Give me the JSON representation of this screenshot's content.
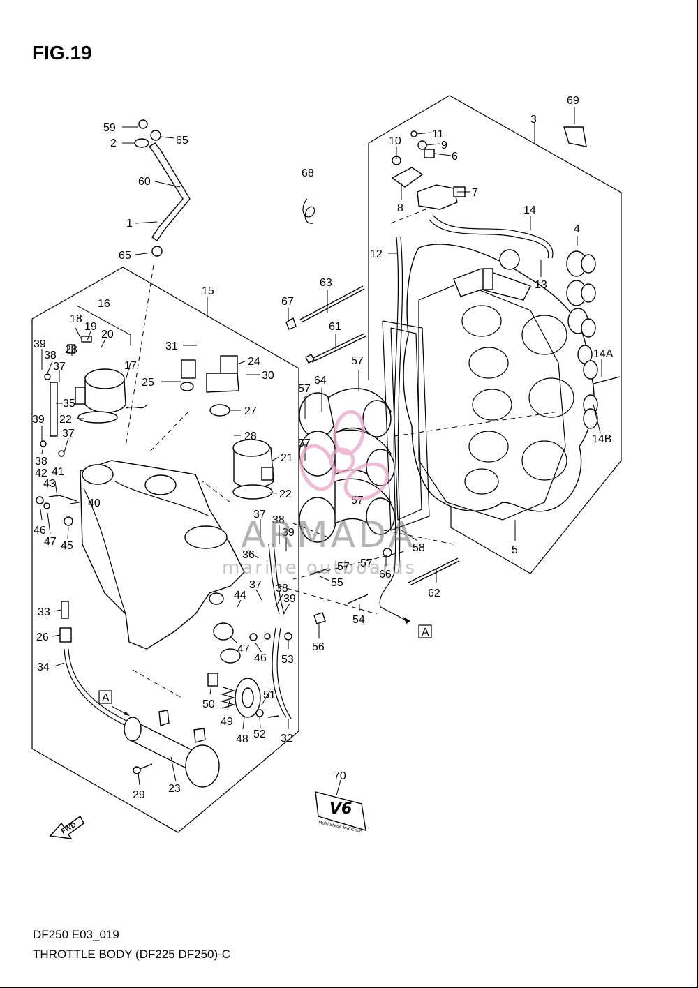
{
  "figure": {
    "title": "FIG.19",
    "model_code": "DF250 E03_019",
    "caption": "THROTTLE BODY (DF225 DF250)-C"
  },
  "watermark": {
    "brand": "ARMADA",
    "tagline": "marine outboards",
    "color": "#e8a6c6"
  },
  "emblem": {
    "text": "V6",
    "small_text": "Multi Stage Induction"
  },
  "fwd_label": "FWD",
  "section_markers": [
    "A",
    "A"
  ],
  "callouts": [
    {
      "id": "c69",
      "label": "69"
    },
    {
      "id": "c3",
      "label": "3"
    },
    {
      "id": "c11",
      "label": "11"
    },
    {
      "id": "c10",
      "label": "10"
    },
    {
      "id": "c9",
      "label": "9"
    },
    {
      "id": "c6",
      "label": "6"
    },
    {
      "id": "c7",
      "label": "7"
    },
    {
      "id": "c8",
      "label": "8"
    },
    {
      "id": "c68",
      "label": "68"
    },
    {
      "id": "c14",
      "label": "14"
    },
    {
      "id": "c4",
      "label": "4"
    },
    {
      "id": "c12",
      "label": "12"
    },
    {
      "id": "c13",
      "label": "13"
    },
    {
      "id": "c63",
      "label": "63"
    },
    {
      "id": "c67",
      "label": "67"
    },
    {
      "id": "c61",
      "label": "61"
    },
    {
      "id": "c14a",
      "label": "14A"
    },
    {
      "id": "c14b",
      "label": "14B"
    },
    {
      "id": "c57a",
      "label": "57"
    },
    {
      "id": "c64",
      "label": "64"
    },
    {
      "id": "c57b",
      "label": "57"
    },
    {
      "id": "c57c",
      "label": "57"
    },
    {
      "id": "c57d",
      "label": "57"
    },
    {
      "id": "c57e",
      "label": "57"
    },
    {
      "id": "c57f",
      "label": "57"
    },
    {
      "id": "c5",
      "label": "5"
    },
    {
      "id": "c58",
      "label": "58"
    },
    {
      "id": "c66",
      "label": "66"
    },
    {
      "id": "c62",
      "label": "62"
    },
    {
      "id": "c55",
      "label": "55"
    },
    {
      "id": "c54",
      "label": "54"
    },
    {
      "id": "c56",
      "label": "56"
    },
    {
      "id": "c59",
      "label": "59"
    },
    {
      "id": "c2",
      "label": "2"
    },
    {
      "id": "c65a",
      "label": "65"
    },
    {
      "id": "c60",
      "label": "60"
    },
    {
      "id": "c1",
      "label": "1"
    },
    {
      "id": "c65b",
      "label": "65"
    },
    {
      "id": "c15",
      "label": "15"
    },
    {
      "id": "c16",
      "label": "16"
    },
    {
      "id": "c18",
      "label": "18"
    },
    {
      "id": "c19",
      "label": "19"
    },
    {
      "id": "c20",
      "label": "20"
    },
    {
      "id": "c17",
      "label": "17"
    },
    {
      "id": "c39a",
      "label": "39"
    },
    {
      "id": "c38a",
      "label": "38"
    },
    {
      "id": "c28a",
      "label": "28"
    },
    {
      "id": "c37a",
      "label": "37"
    },
    {
      "id": "c35",
      "label": "35"
    },
    {
      "id": "c22a",
      "label": "22"
    },
    {
      "id": "c39b",
      "label": "39"
    },
    {
      "id": "c37b",
      "label": "37"
    },
    {
      "id": "c38b",
      "label": "38"
    },
    {
      "id": "c42",
      "label": "42"
    },
    {
      "id": "c41",
      "label": "41"
    },
    {
      "id": "c43",
      "label": "43"
    },
    {
      "id": "c40",
      "label": "40"
    },
    {
      "id": "c46a",
      "label": "46"
    },
    {
      "id": "c47a",
      "label": "47"
    },
    {
      "id": "c45",
      "label": "45"
    },
    {
      "id": "c31",
      "label": "31"
    },
    {
      "id": "c24",
      "label": "24"
    },
    {
      "id": "c30",
      "label": "30"
    },
    {
      "id": "c25",
      "label": "25"
    },
    {
      "id": "c27",
      "label": "27"
    },
    {
      "id": "c28b",
      "label": "28"
    },
    {
      "id": "c21",
      "label": "21"
    },
    {
      "id": "c22b",
      "label": "22"
    },
    {
      "id": "c37c",
      "label": "37"
    },
    {
      "id": "c38c",
      "label": "38"
    },
    {
      "id": "c39c",
      "label": "39"
    },
    {
      "id": "c36",
      "label": "36"
    },
    {
      "id": "c37d",
      "label": "37"
    },
    {
      "id": "c38d",
      "label": "38"
    },
    {
      "id": "c39d",
      "label": "39"
    },
    {
      "id": "c44",
      "label": "44"
    },
    {
      "id": "c33",
      "label": "33"
    },
    {
      "id": "c26",
      "label": "26"
    },
    {
      "id": "c34",
      "label": "34"
    },
    {
      "id": "c47b",
      "label": "47"
    },
    {
      "id": "c46b",
      "label": "46"
    },
    {
      "id": "c53",
      "label": "53"
    },
    {
      "id": "c50",
      "label": "50"
    },
    {
      "id": "c51",
      "label": "51"
    },
    {
      "id": "c49",
      "label": "49"
    },
    {
      "id": "c48",
      "label": "48"
    },
    {
      "id": "c52",
      "label": "52"
    },
    {
      "id": "c32",
      "label": "32"
    },
    {
      "id": "c29",
      "label": "29"
    },
    {
      "id": "c23",
      "label": "23"
    },
    {
      "id": "c70",
      "label": "70"
    }
  ]
}
